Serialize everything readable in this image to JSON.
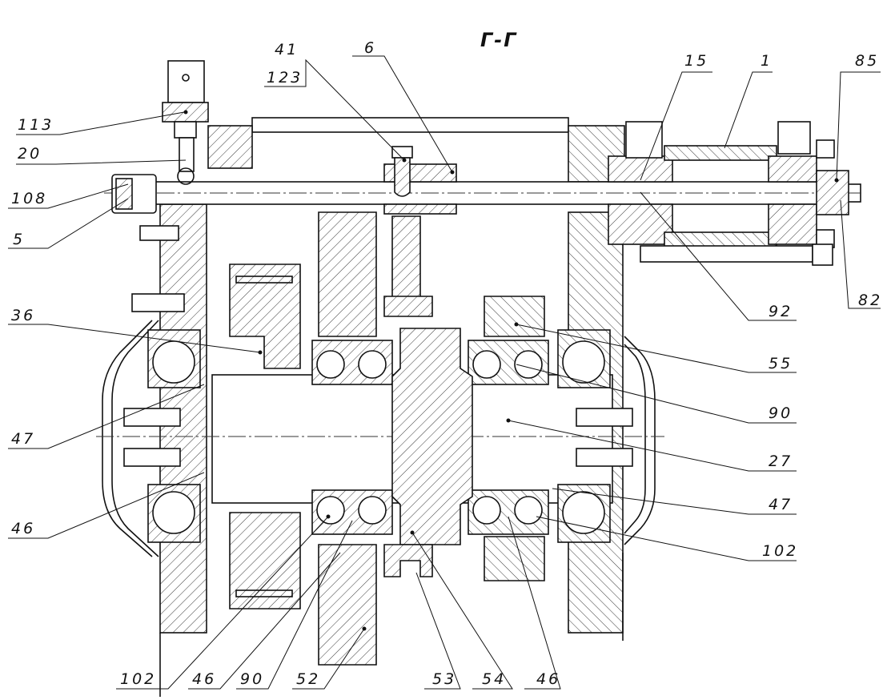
{
  "section_title": "Г-Г",
  "callouts": [
    {
      "id": "c41",
      "text": "41"
    },
    {
      "id": "c123",
      "text": "123"
    },
    {
      "id": "c6",
      "text": "6"
    },
    {
      "id": "c15",
      "text": "15"
    },
    {
      "id": "c1",
      "text": "1"
    },
    {
      "id": "c85",
      "text": "85"
    },
    {
      "id": "c113",
      "text": "113"
    },
    {
      "id": "c20",
      "text": "20"
    },
    {
      "id": "c108",
      "text": "108"
    },
    {
      "id": "c5",
      "text": "5"
    },
    {
      "id": "c36",
      "text": "36"
    },
    {
      "id": "c47l",
      "text": "47"
    },
    {
      "id": "c46l",
      "text": "46"
    },
    {
      "id": "c92",
      "text": "92"
    },
    {
      "id": "c82",
      "text": "82"
    },
    {
      "id": "c55",
      "text": "55"
    },
    {
      "id": "c90r",
      "text": "90"
    },
    {
      "id": "c27",
      "text": "27"
    },
    {
      "id": "c47r",
      "text": "47"
    },
    {
      "id": "c102r",
      "text": "102"
    },
    {
      "id": "c102b",
      "text": "102"
    },
    {
      "id": "c46b1",
      "text": "46"
    },
    {
      "id": "c90b",
      "text": "90"
    },
    {
      "id": "c52",
      "text": "52"
    },
    {
      "id": "c53",
      "text": "53"
    },
    {
      "id": "c54",
      "text": "54"
    },
    {
      "id": "c46b2",
      "text": "46"
    }
  ]
}
